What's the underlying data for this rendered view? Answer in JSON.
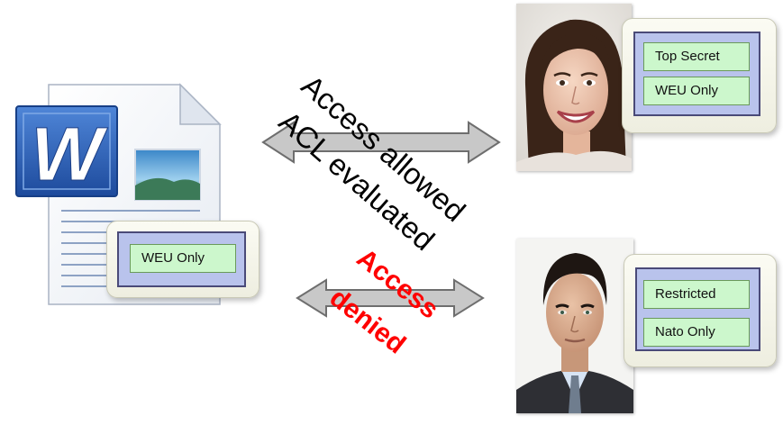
{
  "document": {
    "icon": "word-document-icon",
    "label": "WEU Only"
  },
  "user_allowed": {
    "avatar": "smiling-woman-photo",
    "labels": [
      "Top Secret",
      "WEU Only"
    ]
  },
  "user_denied": {
    "avatar": "man-in-suit-photo",
    "labels": [
      "Restricted",
      "Nato Only"
    ]
  },
  "arrows": {
    "top": {
      "line1": "Access allowed",
      "line2": "ACL evaluated",
      "color": "#000000"
    },
    "bottom": {
      "line1": "Access",
      "line2": "denied",
      "color": "#ff0000"
    }
  },
  "colors": {
    "arrow_fill": "#c8c8c8",
    "arrow_stroke": "#6e6e6e",
    "tag_fill": "#ccf7cc",
    "inner_fill": "#b9c3ec",
    "word_blue": "#2a5bb5"
  }
}
